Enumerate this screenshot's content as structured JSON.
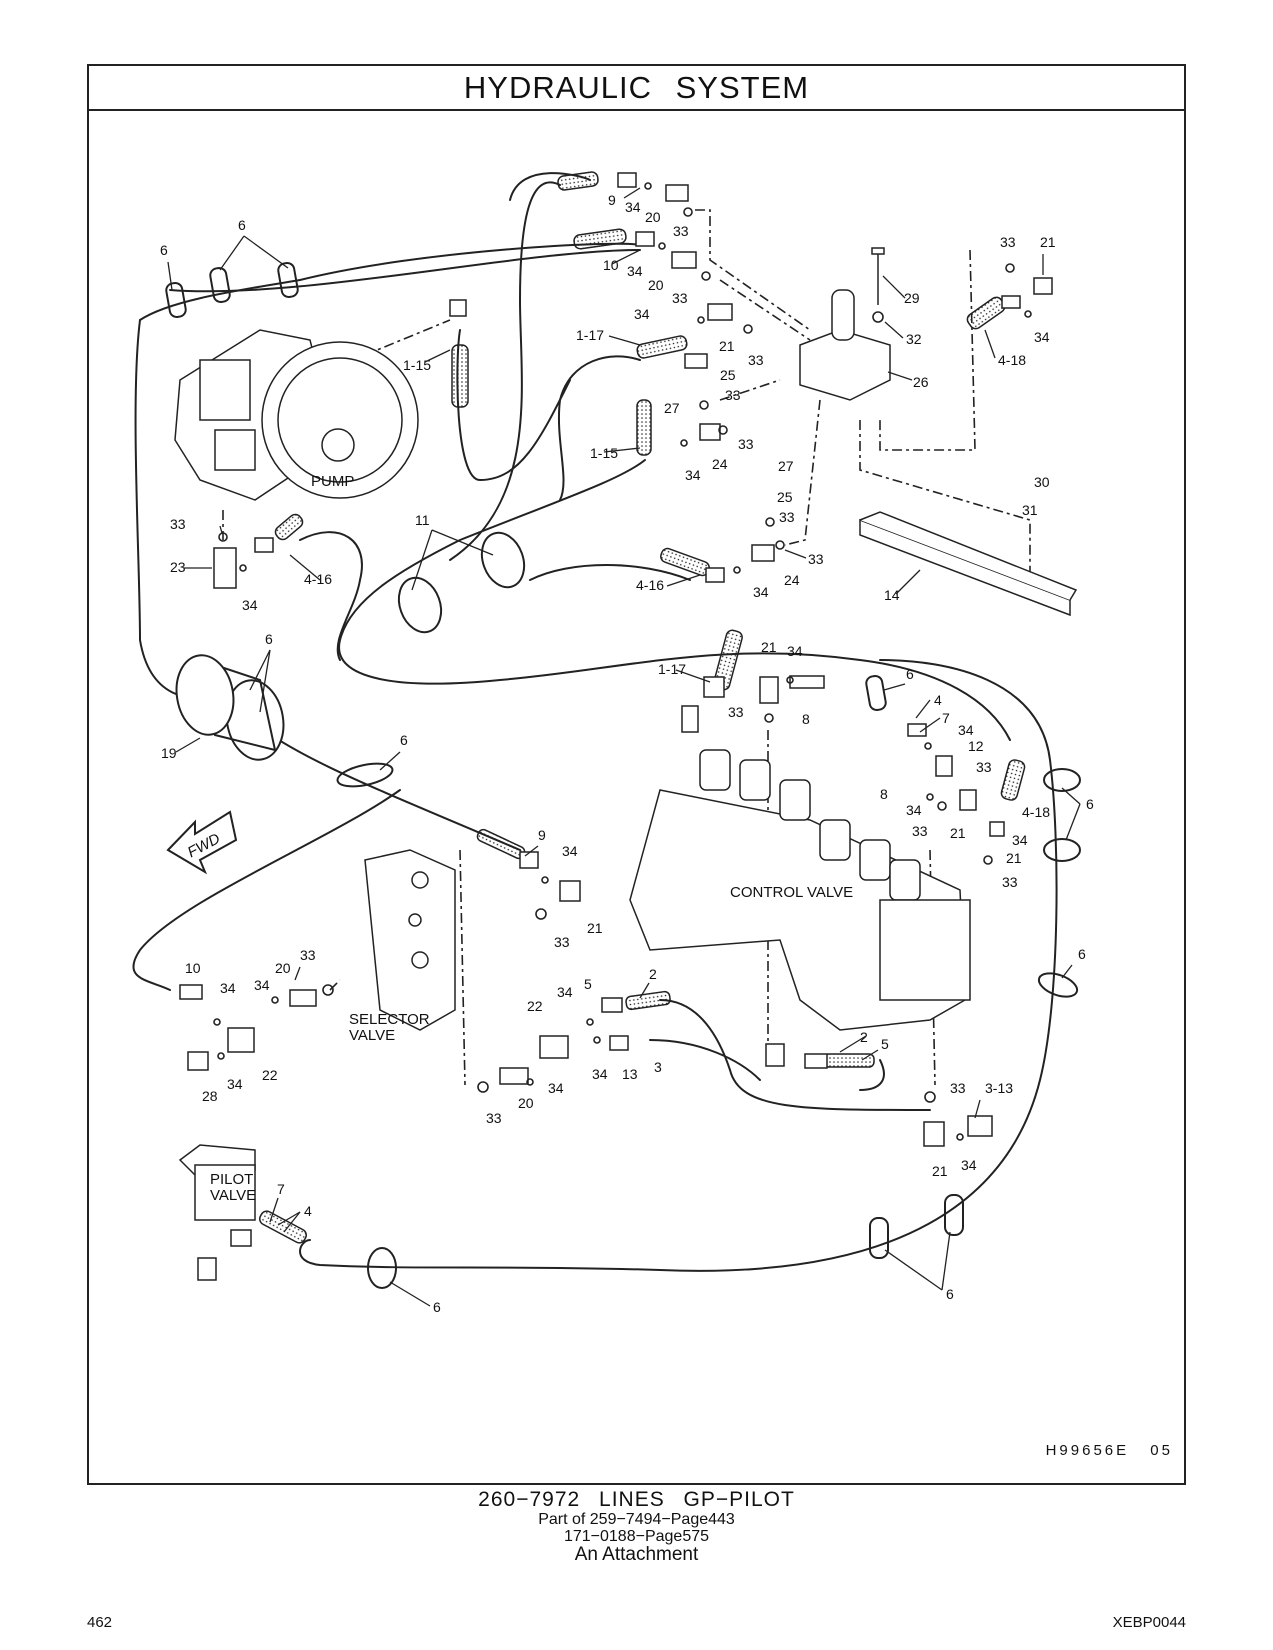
{
  "title": "HYDRAULIC SYSTEM",
  "drawing_id": "H99656E 05",
  "component_labels": {
    "pump": "PUMP",
    "control_valve": "CONTROL VALVE",
    "selector_valve": [
      "SELECTOR",
      "VALVE"
    ],
    "pilot_valve": [
      "PILOT",
      "VALVE"
    ],
    "fwd": "FWD"
  },
  "callouts": [
    "6",
    "6",
    "9",
    "34",
    "20",
    "33",
    "10",
    "34",
    "20",
    "33",
    "33",
    "21",
    "29",
    "32",
    "34",
    "4-18",
    "34",
    "1-17",
    "21",
    "33",
    "1-15",
    "26",
    "25",
    "27",
    "33",
    "33",
    "1-15",
    "24",
    "34",
    "27",
    "25",
    "33",
    "30",
    "31",
    "33",
    "11",
    "23",
    "4-16",
    "34",
    "33",
    "4-16",
    "24",
    "34",
    "14",
    "6",
    "21",
    "34",
    "1-17",
    "6",
    "33",
    "8",
    "4",
    "7",
    "34",
    "12",
    "19",
    "6",
    "33",
    "8",
    "34",
    "4-18",
    "6",
    "33",
    "21",
    "34",
    "21",
    "9",
    "34",
    "33",
    "21",
    "33",
    "10",
    "20",
    "34",
    "34",
    "33",
    "2",
    "6",
    "5",
    "34",
    "22",
    "22",
    "34",
    "28",
    "2",
    "5",
    "34",
    "13",
    "3",
    "20",
    "34",
    "33",
    "33",
    "3-13",
    "21",
    "34",
    "7",
    "4",
    "6",
    "6"
  ],
  "caption": {
    "part": "260−7972 LINES GP−PILOT",
    "line2": "Part of 259−7494−Page443",
    "line3": "171−0188−Page575",
    "line4": "An Attachment"
  },
  "page_number": "462",
  "doc_code": "XEBP0044"
}
